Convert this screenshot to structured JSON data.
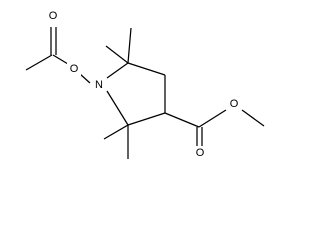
{
  "structure": {
    "atoms": {
      "n_ring": "N",
      "o_n": "O",
      "o_acyl_carbonyl": "O",
      "o_ester_carbonyl": "O",
      "o_ester_single": "O"
    }
  }
}
